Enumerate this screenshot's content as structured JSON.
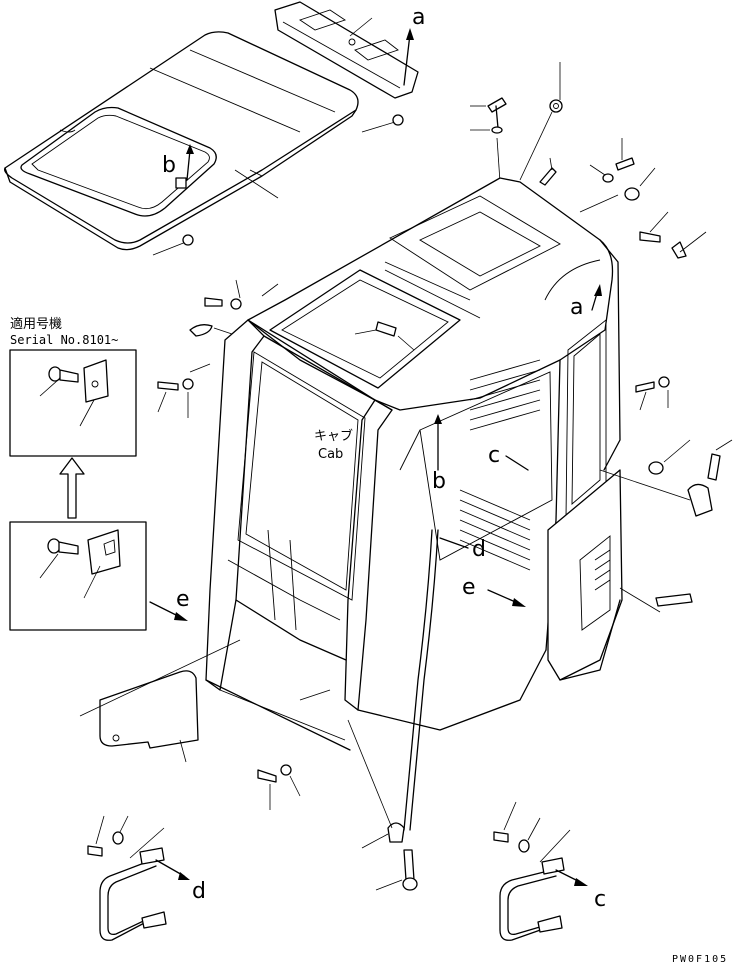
{
  "labels": {
    "a": "a",
    "b": "b",
    "c": "c",
    "d": "d",
    "e": "e"
  },
  "cab_label": {
    "ja": "キャブ",
    "en": "Cab"
  },
  "serial_note": {
    "line1": "適用号機",
    "line2": "Serial No.8101~"
  },
  "drawing_code": "PW0F105"
}
